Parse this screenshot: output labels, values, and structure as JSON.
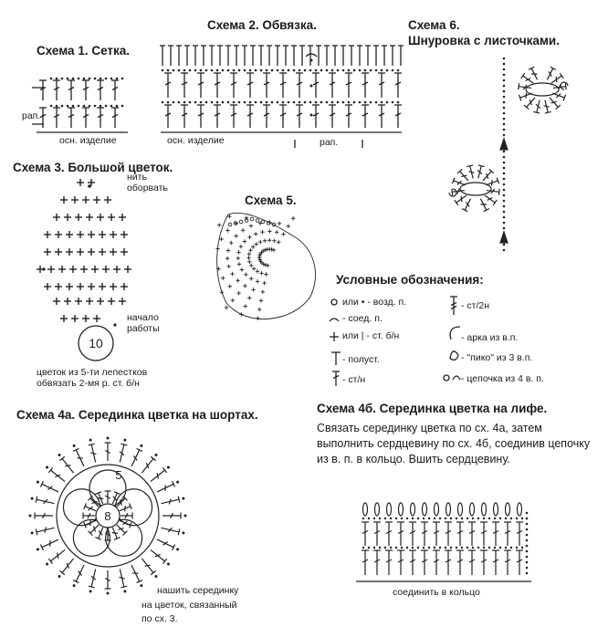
{
  "headings": {
    "s1": "Схема 1. Сетка.",
    "s2": "Схема 2. Обвязка.",
    "s6_l1": "Схема 6.",
    "s6_l2": "Шнуровка с листочками.",
    "s3": "Схема 3. Большой цветок.",
    "s5": "Схема 5.",
    "legend": "Условные обозначения:",
    "s4a": "Схема 4а. Серединка цветка на шортах.",
    "s4b": "Схема 4б. Серединка цветка на лифе."
  },
  "labels": {
    "rap1": "рап.",
    "osn1": "осн. изделие",
    "osn2": "осн. изделие",
    "rap2": "рап.",
    "nit_l1": "нить",
    "nit_l2": "оборвать",
    "start_l1": "начало",
    "start_l2": "работы",
    "circle10": "10",
    "flower_note_l1": "цветок из 5-ти лепестков",
    "flower_note_l2": "обвязать 2-мя р. ст. б/н",
    "c4a_5": "5",
    "c4a_8": "8",
    "sew_l1": "нашить серединку",
    "sew_l2": "на цветок, связанный",
    "sew_l3": "по сх. 3.",
    "join_ring": "соединить в кольцо"
  },
  "legend_items": [
    {
      "text": "или • - возд. п.",
      "icon": "ring-and-dot"
    },
    {
      "text": "- соед. п.",
      "icon": "arc"
    },
    {
      "text": "или | - ст. б/н",
      "icon": "cross"
    },
    {
      "text": "- полуст.",
      "icon": "t-bar"
    },
    {
      "text": "- ст/н",
      "icon": "crossed-post"
    },
    {
      "text": "- ст/2н",
      "icon": "double-crossed-post"
    },
    {
      "text": "- арка из в.п.",
      "icon": "arch"
    },
    {
      "text": "- \"пико\" из 3 в.п.",
      "icon": "picot"
    },
    {
      "text": "- цепочка из 4 в. п.",
      "icon": "chain-loop"
    }
  ],
  "instructions": "Связать серединку цветка по сх. 4а, затем выполнить сердцевину по сх. 4б, соединив цепочку из в. п. в кольцо. Вшить сердцевину."
}
